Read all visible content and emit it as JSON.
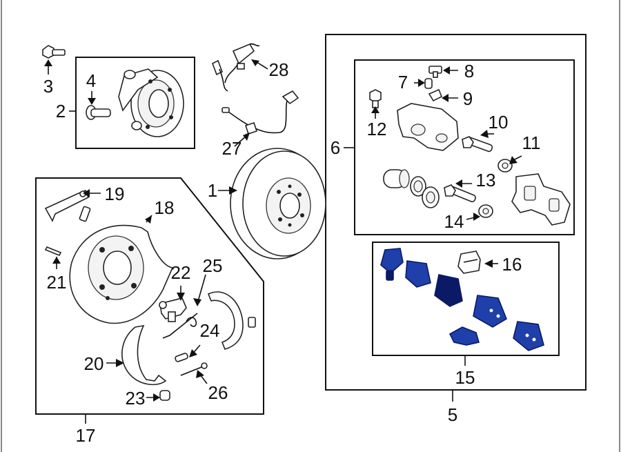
{
  "colors": {
    "line": "#111111",
    "pad_fill": "#1f3faa",
    "pad_dark": "#0a1a66",
    "background": "#ffffff"
  },
  "callouts": {
    "c1": "1",
    "c2": "2",
    "c3": "3",
    "c4": "4",
    "c5": "5",
    "c6": "6",
    "c7": "7",
    "c8": "8",
    "c9": "9",
    "c10": "10",
    "c11": "11",
    "c12": "12",
    "c13": "13",
    "c14": "14",
    "c15": "15",
    "c16": "16",
    "c17": "17",
    "c18": "18",
    "c19": "19",
    "c20": "20",
    "c21": "21",
    "c22": "22",
    "c23": "23",
    "c24": "24",
    "c25": "25",
    "c26": "26",
    "c27": "27",
    "c28": "28"
  }
}
